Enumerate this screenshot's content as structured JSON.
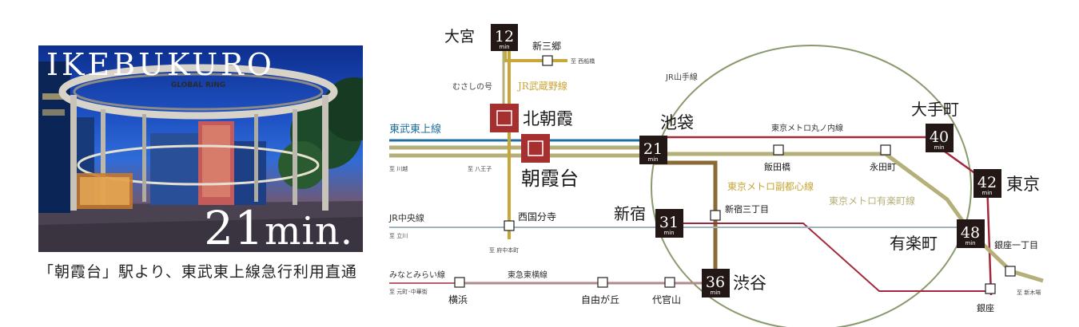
{
  "photo": {
    "title": "IKEBUKURO",
    "time_number": "21",
    "time_unit": "min.",
    "sign": "GLOBAL RING"
  },
  "caption": "「朝霞台」駅より、東武東上線急行利用直通",
  "lines": {
    "jr_yamanote": "JR山手線",
    "jr_musashino": "JR武蔵野線",
    "musashino_go": "むさしの号",
    "tobu_tojo": "東武東上線",
    "marunouchi": "東京メトロ丸ノ内線",
    "fukutoshin": "東京メトロ副都心線",
    "yurakucho": "東京メトロ有楽町線",
    "jr_chuo": "JR中央線",
    "minatomirai": "みなとみらい線",
    "toyoko": "東急東横線"
  },
  "directions": {
    "nishi_funabashi": "至 西船橋",
    "kawagoe": "至 川越",
    "hachioji": "至 八王子",
    "tachikawa": "至 立川",
    "fuchu_hommachi": "至 府中本町",
    "motomachi": "至 元町･中華街",
    "shin_kiba": "至 新木場"
  },
  "stations": {
    "omiya": "大宮",
    "shin_misato": "新三郷",
    "kita_asaka": "北朝霞",
    "asakadai": "朝霞台",
    "ikebukuro": "池袋",
    "iidabashi": "飯田橋",
    "nagatacho": "永田町",
    "otemachi": "大手町",
    "tokyo": "東京",
    "yurakucho": "有楽町",
    "ginza_itchome": "銀座一丁目",
    "ginza": "銀座",
    "shinjuku": "新宿",
    "shinjuku_sanchome": "新宿三丁目",
    "nishi_kokubunji": "西国分寺",
    "shibuya": "渋谷",
    "yokohama": "横浜",
    "jiyugaoka": "自由が丘",
    "daikanyama": "代官山"
  },
  "times": {
    "unit": "min",
    "omiya": "12",
    "ikebukuro": "21",
    "otemachi": "40",
    "tokyo": "42",
    "yurakucho": "48",
    "shinjuku": "31",
    "shibuya": "36"
  },
  "colors": {
    "tobu": "#1f6fa3",
    "musashino": "#c8a637",
    "marunouchi": "#a4283c",
    "fukutoshin": "#8a6a35",
    "yurakucho": "#b5b07a",
    "chuo": "#9eb2bf",
    "yamanote": "#8b9a6e",
    "badge": "#231815",
    "hub": "#a6302f"
  }
}
